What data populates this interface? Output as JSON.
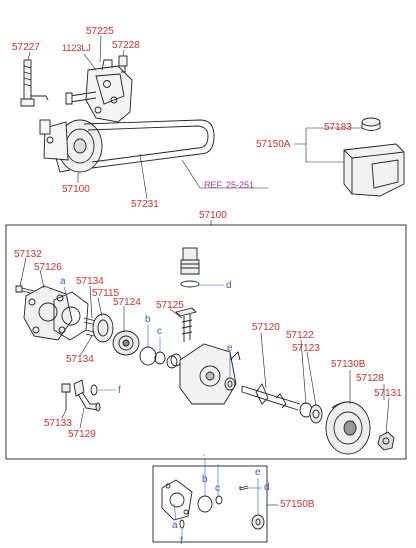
{
  "top": {
    "bracket_labels": [
      "57225",
      "57227",
      "1123LJ",
      "57228"
    ],
    "pump": "57100",
    "belt": "57231",
    "ref": "REF. 25-251",
    "reservoir_assy": "57150A",
    "reservoir_cap": "57183"
  },
  "exploded": {
    "pump_assy": "57100",
    "parts": {
      "p57132": "57132",
      "p57126": "57126",
      "p57134a": "57134",
      "p57115": "57115",
      "p57124": "57124",
      "p57125": "57125",
      "p57134b": "57134",
      "p57120": "57120",
      "p57122": "57122",
      "p57123": "57123",
      "p57130b": "57130B",
      "p57128": "57128",
      "p57131": "57131",
      "p57133": "57133",
      "p57129": "57129"
    },
    "callouts": {
      "a": "a",
      "b": "b",
      "c": "c",
      "d": "d",
      "e": "e",
      "f": "f"
    }
  },
  "kit": {
    "label": "57150B",
    "callouts": {
      "a": "a",
      "b": "b",
      "c": "c",
      "d": "d",
      "e": "e",
      "f": "f"
    }
  },
  "colors": {
    "label": "#d2332d",
    "callout": "#3a5bc7",
    "ref": "#a63aa3",
    "line": "#222222"
  }
}
